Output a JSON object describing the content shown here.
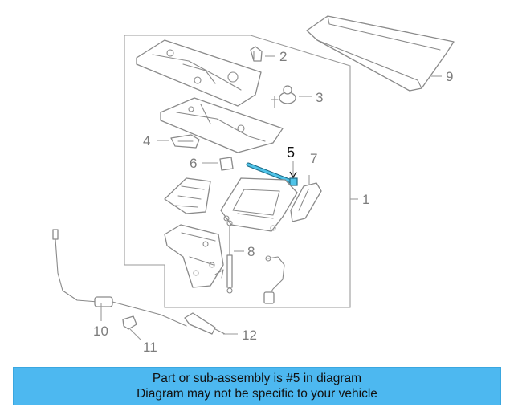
{
  "diagram": {
    "callouts": {
      "c1": "1",
      "c2": "2",
      "c3": "3",
      "c4": "4",
      "c5": "5",
      "c6": "6",
      "c7": "7",
      "c8": "8",
      "c9": "9",
      "c10": "10",
      "c11": "11",
      "c12": "12"
    },
    "highlighted_part": "5",
    "highlight_color": "#2a8fb0",
    "line_color": "#8a8a8a"
  },
  "banner": {
    "line1": "Part or sub-assembly is #5 in diagram",
    "line2": "Diagram may not be specific to your vehicle",
    "background_color": "#4db8f0"
  }
}
